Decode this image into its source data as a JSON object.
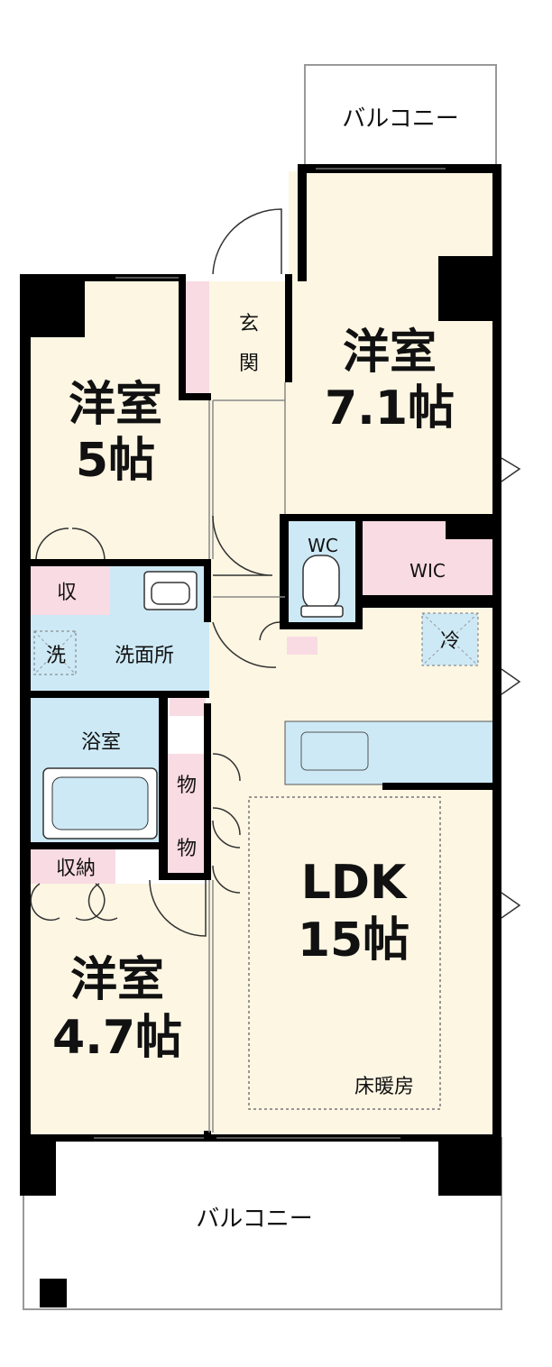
{
  "rooms": {
    "balcony_top": "バルコニー",
    "balcony_bottom": "バルコニー",
    "western_room_5": {
      "name": "洋室",
      "size": "5帖"
    },
    "western_room_71": {
      "name": "洋室",
      "size": "7.1帖"
    },
    "western_room_47": {
      "name": "洋室",
      "size": "4.7帖"
    },
    "ldk": {
      "name": "LDK",
      "size": "15帖",
      "note": "床暖房"
    },
    "entrance_1": "玄",
    "entrance_2": "関",
    "wc": "WC",
    "wic": "WIC",
    "storage_small": "収",
    "washing_machine": "洗",
    "washroom": "洗面所",
    "bathroom": "浴室",
    "storage_1": "物",
    "storage_2": "物",
    "storage_closet": "収納",
    "refrigerator": "冷"
  },
  "colors": {
    "room_fill": "#fdf6e3",
    "wet_fill": "#cde9f5",
    "storage_fill": "#f9dbe3",
    "wall": "#000000",
    "outline": "#999999"
  }
}
